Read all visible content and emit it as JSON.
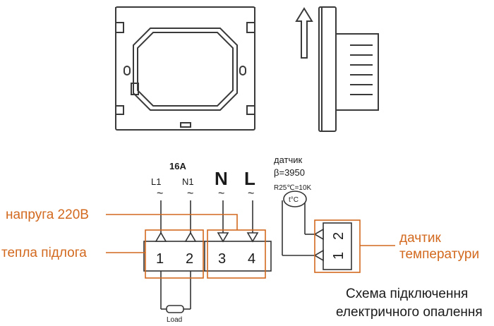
{
  "header_labels": {
    "current": "16А",
    "l1": "L1",
    "n1": "N1",
    "n": "N",
    "l": "L",
    "tilde": "~"
  },
  "sensor": {
    "title": "датчик",
    "beta": "β=3950",
    "r25": "R25℃=10K",
    "symbol": "t°C"
  },
  "terminals": {
    "block1": [
      "1",
      "2"
    ],
    "block2": [
      "3",
      "4"
    ],
    "sensor_block": [
      "1",
      "2"
    ]
  },
  "load_label": "Load",
  "callouts": {
    "voltage": "напруга 220В",
    "floor": "тепла підлога",
    "sensor_callout_line1": "дачтик",
    "sensor_callout_line2": "температури"
  },
  "caption": {
    "line1": "Схема підключення",
    "line2": "електричного опалення"
  },
  "colors": {
    "callout": "#d2691e",
    "line": "#333333",
    "text": "#1a1a1a"
  }
}
